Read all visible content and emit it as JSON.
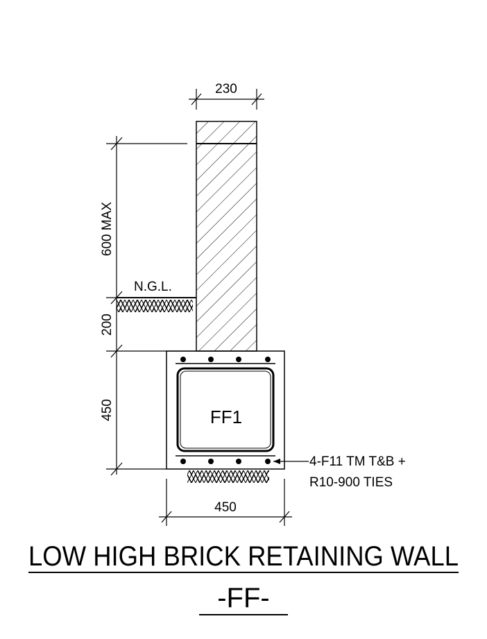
{
  "dimensions": {
    "wall_width": "230",
    "wall_height": "600 MAX",
    "embedment": "200",
    "footing_depth": "450",
    "footing_width": "450"
  },
  "labels": {
    "ngl": "N.G.L.",
    "footing_mark": "FF1",
    "rebar_line1": "4-F11 TM T&B +",
    "rebar_line2": "R10-900 TIES"
  },
  "title": {
    "main": "LOW HIGH BRICK RETAINING WALL",
    "sub": "-FF-"
  }
}
